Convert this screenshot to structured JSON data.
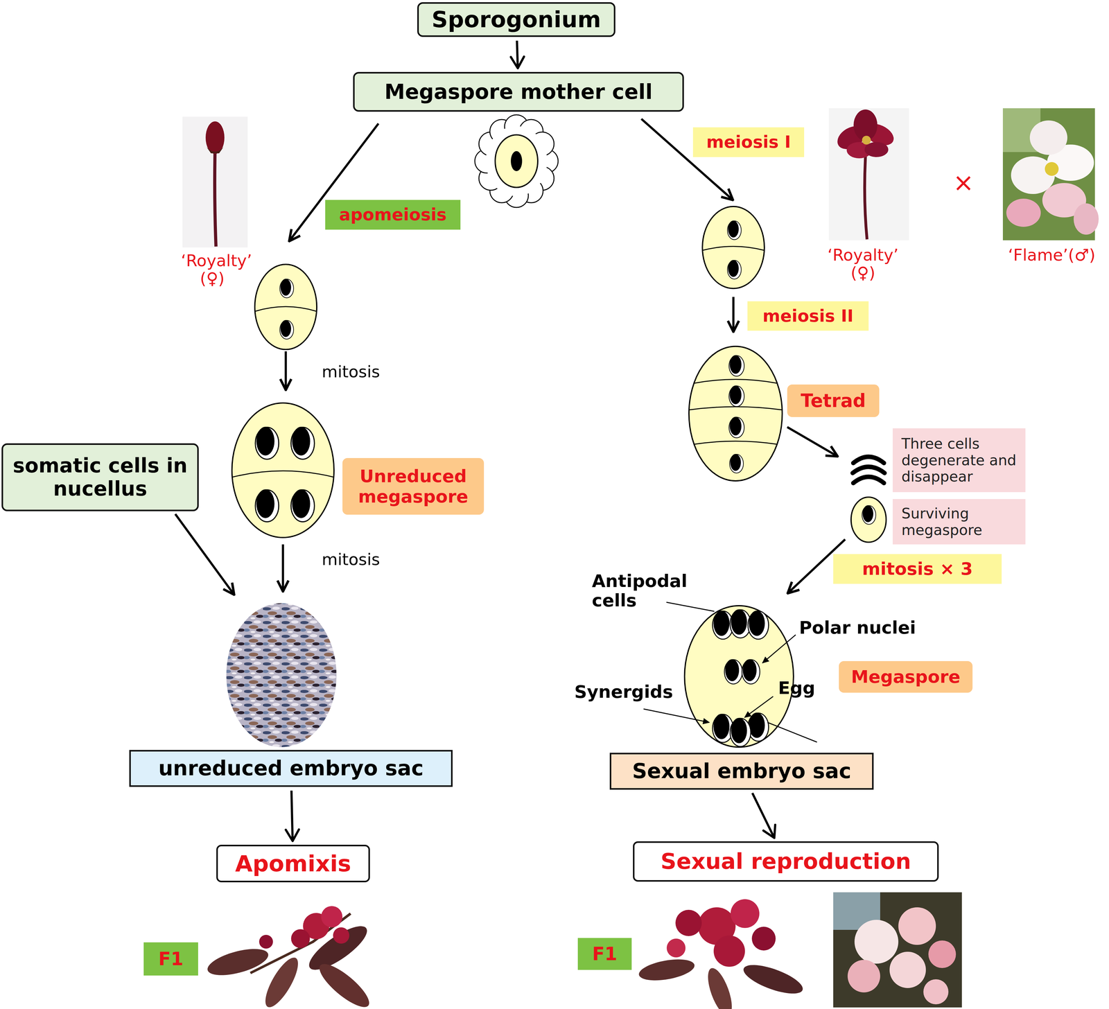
{
  "diagram": {
    "nodes": [
      {
        "text": [
          "Sporogonium"
        ]
      },
      {
        "text": [
          "Megaspore mother cell"
        ]
      },
      {
        "text": [
          "meiosis I"
        ]
      },
      {
        "text": [
          "apomeiosis"
        ]
      },
      {
        "text": [
          "meiosis II"
        ]
      },
      {
        "text": [
          "Tetrad"
        ]
      },
      {
        "text": [
          "Three cells degenerate and disappear"
        ]
      },
      {
        "text": [
          "somatic cells in nucellus"
        ]
      },
      {
        "text": [
          "Unreduced megaspore"
        ]
      },
      {
        "text": [
          "Surviving megaspore"
        ]
      },
      {
        "text": [
          "mitosis × 3"
        ]
      },
      {
        "text": [
          "Megaspore"
        ]
      },
      {
        "text": [
          "unreduced embryo sac"
        ]
      },
      {
        "text": [
          "Sexual embryo sac"
        ]
      },
      {
        "text": [
          "Apomixis"
        ]
      },
      {
        "text": [
          "Sexual reproduction"
        ]
      },
      {
        "text": [
          "F1"
        ]
      },
      {
        "text": [
          "F1"
        ]
      }
    ],
    "edges": [
      {
        "from": 0,
        "to": 1,
        "arrow": "to"
      },
      {
        "from": 12,
        "to": 14,
        "arrow": "to"
      },
      {
        "from": 13,
        "to": 15,
        "arrow": "to"
      }
    ],
    "labels": [
      "‘Royalty’ (♀)",
      "‘Royalty’ (♀)",
      "×",
      "‘Flame’(♂)",
      "mitosis",
      "mitosis",
      "Antipodal cells",
      "Polar nuclei",
      "Synergids",
      "Egg"
    ]
  }
}
